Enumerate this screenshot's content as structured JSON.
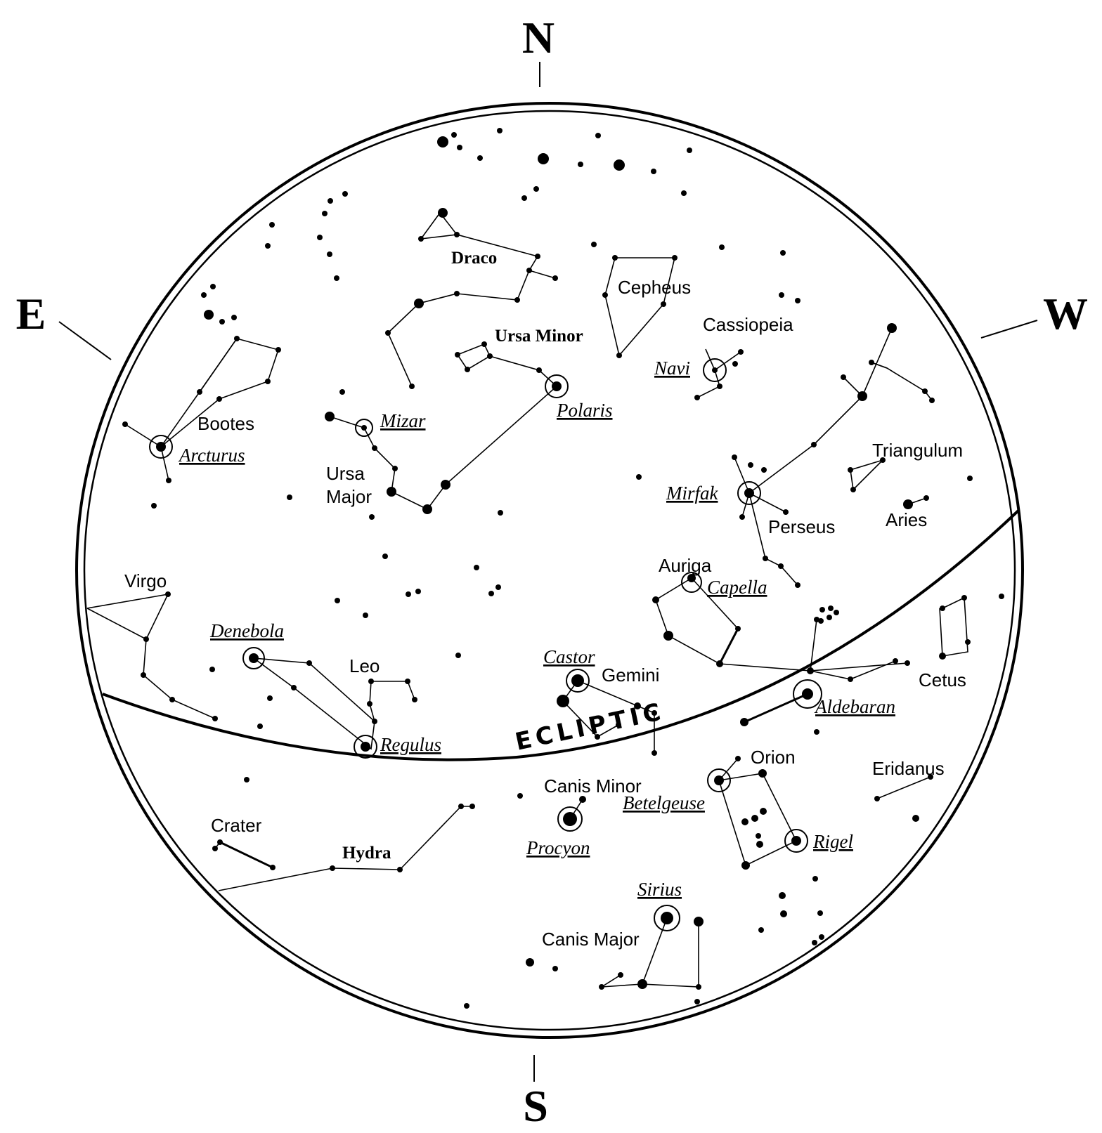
{
  "compass": {
    "north": "N",
    "south": "S",
    "east": "E",
    "west": "W"
  },
  "ecliptic_label": "ECLIPTIC",
  "constellations": {
    "draco": "Draco",
    "cepheus": "Cepheus",
    "cassiopeia": "Cassiopeia",
    "ursa_minor": "Ursa Minor",
    "bootes": "Bootes",
    "ursa_major_1": "Ursa",
    "ursa_major_2": "Major",
    "triangulum": "Triangulum",
    "perseus": "Perseus",
    "aries": "Aries",
    "auriga": "Auriga",
    "virgo": "Virgo",
    "leo": "Leo",
    "gemini": "Gemini",
    "cetus": "Cetus",
    "orion": "Orion",
    "eridanus": "Eridanus",
    "canis_minor": "Canis Minor",
    "crater": "Crater",
    "hydra": "Hydra",
    "canis_major": "Canis Major"
  },
  "stars": {
    "navi": "Navi",
    "mizar": "Mizar",
    "polaris": "Polaris",
    "arcturus": "Arcturus",
    "mirfak": "Mirfak",
    "capella": "Capella",
    "denebola": "Denebola",
    "castor": "Castor",
    "aldebaran": "Aldebaran",
    "regulus": "Regulus",
    "betelgeuse": "Betelgeuse",
    "rigel": "Rigel",
    "procyon": "Procyon",
    "sirius": "Sirius"
  }
}
